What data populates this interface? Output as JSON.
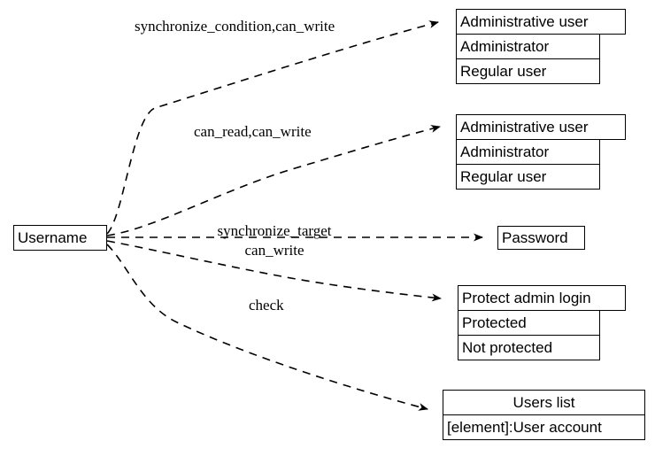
{
  "diagram": {
    "type": "entity-relationship-dashed-graph",
    "background_color": "#ffffff",
    "line_color": "#000000",
    "source_node": {
      "id": "username",
      "label": "Username"
    },
    "nodes": [
      {
        "id": "admin-user-1",
        "header": "Administrative user",
        "rows": [
          "Administrator",
          "Regular user"
        ]
      },
      {
        "id": "admin-user-2",
        "header": "Administrative user",
        "rows": [
          "Administrator",
          "Regular user"
        ]
      },
      {
        "id": "password",
        "header": "Password",
        "rows": []
      },
      {
        "id": "protect-admin-login",
        "header": "Protect admin login",
        "rows": [
          "Protected",
          "Not protected"
        ]
      },
      {
        "id": "users-list",
        "header": "Users list",
        "rows": [
          "[element]:User account"
        ]
      }
    ],
    "edges": [
      {
        "id": "edge-1",
        "from": "username",
        "to": "admin-user-1",
        "labels": [
          "synchronize_condition,can_write"
        ],
        "style": "dashed",
        "arrow": "open"
      },
      {
        "id": "edge-2",
        "from": "username",
        "to": "admin-user-2",
        "labels": [
          "can_read,can_write"
        ],
        "style": "dashed",
        "arrow": "open"
      },
      {
        "id": "edge-3",
        "from": "username",
        "to": "password",
        "labels": [
          "synchronize_target",
          "can_write"
        ],
        "style": "dashed",
        "arrow": "open"
      },
      {
        "id": "edge-4",
        "from": "username",
        "to": "protect-admin-login",
        "labels": [
          "check"
        ],
        "style": "dashed",
        "arrow": "open"
      },
      {
        "id": "edge-5",
        "from": "username",
        "to": "users-list",
        "labels": [],
        "style": "dashed",
        "arrow": "open"
      }
    ]
  }
}
